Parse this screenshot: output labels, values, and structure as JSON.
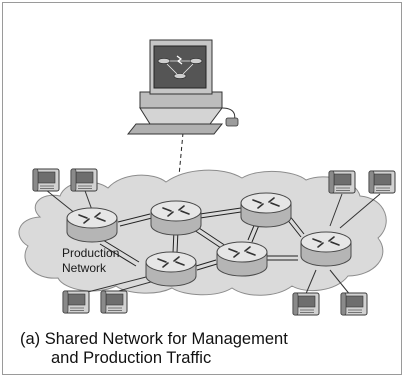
{
  "network_label": {
    "line1": "Production",
    "line2": "Network"
  },
  "caption": {
    "line1": "(a) Shared Network for Management",
    "line2": "and Production Traffic"
  },
  "colors": {
    "cloud_fill": "#dadada",
    "cloud_stroke": "#8c8c8c",
    "router_body": "#b9b9b9",
    "router_top": "#e4e4e4",
    "link": "#222222"
  },
  "icons": [
    "management-workstation-icon",
    "router-icon",
    "ip-phone-icon",
    "cloud-icon"
  ]
}
